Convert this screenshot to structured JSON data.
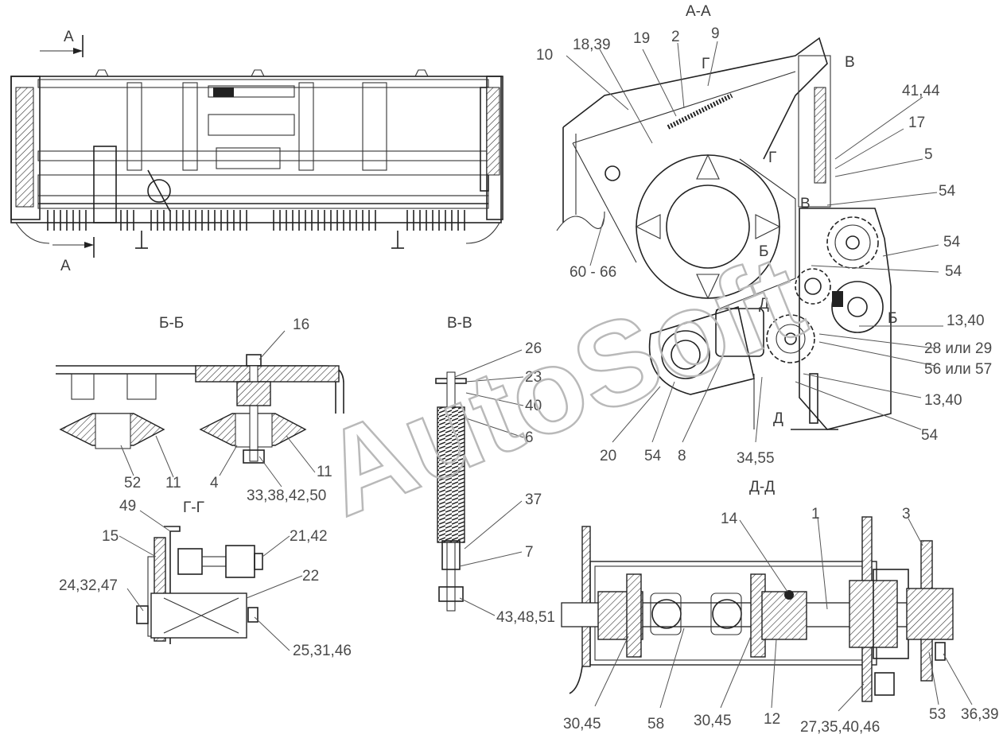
{
  "watermark": "AutoSoft",
  "sections": {
    "main_top": "А",
    "main_bottom": "А",
    "aa": "А-А",
    "bb": "Б-Б",
    "vv": "В-В",
    "gg": "Г-Г",
    "dd": "Д-Д",
    "aa_b": "Б",
    "aa_b2": "Б",
    "aa_v": "В",
    "aa_v2": "В",
    "aa_g": "Г",
    "aa_g2": "Г",
    "aa_d": "Д",
    "aa_d2": "Д"
  },
  "callouts": {
    "aa": [
      "10",
      "18,39",
      "19",
      "2",
      "9",
      "41,44",
      "17",
      "5",
      "54",
      "54",
      "54",
      "60 - 66",
      "13,40",
      "28 или 29",
      "56 или 57",
      "13,40",
      "54",
      "20",
      "54",
      "8",
      "34,55"
    ],
    "bb": [
      "16",
      "52",
      "11",
      "4",
      "33,38,42,50",
      "11"
    ],
    "vv": [
      "26",
      "23",
      "40",
      "6",
      "37",
      "7",
      "43,48,51"
    ],
    "gg": [
      "49",
      "15",
      "21,42",
      "22",
      "24,32,47",
      "25,31,46"
    ],
    "dd": [
      "14",
      "1",
      "3",
      "30,45",
      "58",
      "30,45",
      "12",
      "27,35,40,46",
      "53",
      "36,39"
    ]
  }
}
